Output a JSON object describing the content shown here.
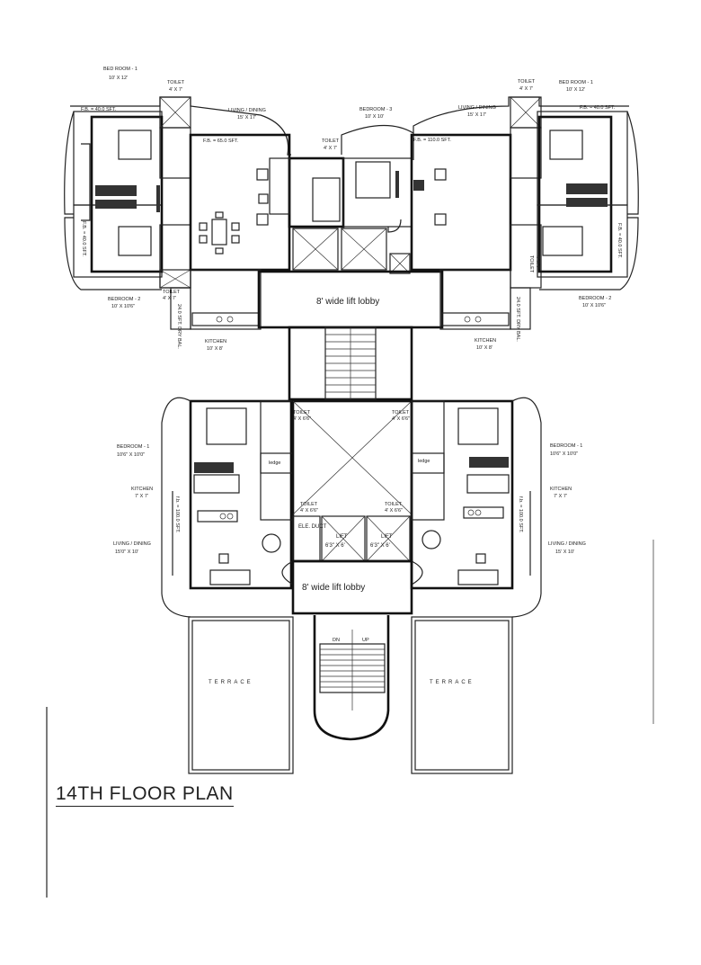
{
  "title": "14TH FLOOR PLAN",
  "upper": {
    "left": {
      "bedroom1": {
        "name": "BED ROOM - 1",
        "size": "10' X 12'"
      },
      "toilet1": {
        "name": "TOILET",
        "size": "4' X 7'"
      },
      "fb_top": "F.B. = 40.0 SFT.",
      "living": {
        "name": "LIVING / DINING",
        "size": "15' X 17'"
      },
      "fb_living": "F.B. = 65.0 SFT.",
      "fb_side": "F.B. = 40.0 SFT.",
      "bedroom2": {
        "name": "BEDROOM - 2",
        "size": "10' X 10'6\""
      },
      "toilet2": {
        "name": "TOILET",
        "size": "4' X 7'"
      },
      "drybal": "24.0 SFT. DRY BAL.",
      "kitchen": {
        "name": "KITCHEN",
        "size": "10' X 8'"
      }
    },
    "center": {
      "toilet": {
        "name": "TOILET",
        "size": "4' X 7'"
      },
      "bedroom3": {
        "name": "BEDROOM - 3",
        "size": "10' X 10'"
      },
      "fb": "F.B. = 110.0 SFT.",
      "lobby": "8' wide lift lobby"
    },
    "right": {
      "living": {
        "name": "LIVING / DINING",
        "size": "15' X 17'"
      },
      "toilet1": {
        "name": "TOILET",
        "size": "4' X 7'"
      },
      "bedroom1": {
        "name": "BED ROOM - 1",
        "size": "10' X 12'"
      },
      "fb_top": "F.B. = 40.0 SFT.",
      "fb_side": "F.B. = 40.0 SFT.",
      "toilet2": {
        "name": "TOILET",
        "size": "4' X 7'"
      },
      "bedroom2": {
        "name": "BEDROOM - 2",
        "size": "10' X 10'6\""
      },
      "drybal": "24.0 SFT. DRY BAL.",
      "kitchen": {
        "name": "KITCHEN",
        "size": "10' X 8'"
      }
    }
  },
  "lower": {
    "left": {
      "bedroom1": {
        "name": "BEDROOM - 1",
        "size": "10'6\" X 10'0\""
      },
      "kitchen": {
        "name": "KITCHEN",
        "size": "7' X 7'"
      },
      "fb": "f.b. = 100.0 SFT.",
      "living": {
        "name": "LIVING / DINING",
        "size": "15'0\" X 10'"
      },
      "toilet1": {
        "name": "TOILET",
        "size": "4' X 6'6\""
      },
      "toilet2": {
        "name": "TOILET",
        "size": "4' X 6'6\""
      },
      "ledge": "ledge",
      "terrace": "TERRACE"
    },
    "right": {
      "bedroom1": {
        "name": "BEDROOM - 1",
        "size": "10'6\" X 10'0\""
      },
      "kitchen": {
        "name": "KITCHEN",
        "size": "7' X 7'"
      },
      "fb": "f.b. = 100.0 SFT.",
      "living": {
        "name": "LIVING / DINING",
        "size": "15' X 10'"
      },
      "toilet1": {
        "name": "TOILET",
        "size": "4' X 6'6\""
      },
      "toilet2": {
        "name": "TOILET",
        "size": "4' X 6'6\""
      },
      "ledge": "ledge",
      "terrace": "TERRACE"
    },
    "center": {
      "duct": "ELE. DUCT",
      "lift1": {
        "name": "LIFT",
        "size": "6'3\" X 6'"
      },
      "lift2": {
        "name": "LIFT",
        "size": "6'3\" X 6'"
      },
      "lobby": "8' wide lift lobby",
      "dn": "DN",
      "up": "UP"
    }
  }
}
